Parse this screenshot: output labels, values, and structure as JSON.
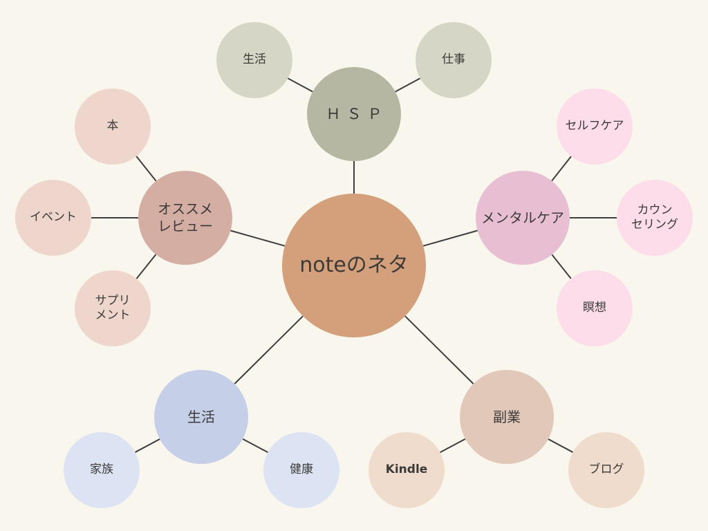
{
  "diagram": {
    "center": {
      "label": "noteのネタ",
      "color": "#d4a07c"
    },
    "branches": [
      {
        "key": "hsp",
        "label": "ＨＳＰ",
        "color": "#b5b7a3",
        "children": [
          {
            "key": "life",
            "label": "生活",
            "color": "#d5d6c5"
          },
          {
            "key": "work",
            "label": "仕事",
            "color": "#d5d6c5"
          }
        ]
      },
      {
        "key": "mental",
        "label": "メンタルケア",
        "color": "#e8bfd2",
        "children": [
          {
            "key": "selfcare",
            "label": "セルフケア",
            "color": "#fcdde9"
          },
          {
            "key": "counseling",
            "label": "カウン\nセリング",
            "color": "#fcdde9"
          },
          {
            "key": "meditation",
            "label": "瞑想",
            "color": "#fcdde9"
          }
        ]
      },
      {
        "key": "side",
        "label": "副業",
        "color": "#e2c8b8",
        "children": [
          {
            "key": "kindle",
            "label": "Kindle",
            "color": "#efdccd"
          },
          {
            "key": "blog",
            "label": "ブログ",
            "color": "#efdccd"
          }
        ]
      },
      {
        "key": "life",
        "label": "生活",
        "color": "#c5cfe7",
        "children": [
          {
            "key": "family",
            "label": "家族",
            "color": "#dce3f3"
          },
          {
            "key": "health",
            "label": "健康",
            "color": "#dce3f3"
          }
        ]
      },
      {
        "key": "review",
        "label": "オススメ\nレビュー",
        "color": "#d4aea3",
        "children": [
          {
            "key": "book",
            "label": "本",
            "color": "#efd6cd"
          },
          {
            "key": "event",
            "label": "イベント",
            "color": "#efd6cd"
          },
          {
            "key": "supplement",
            "label": "サプリ\nメント",
            "color": "#efd6cd"
          }
        ]
      }
    ],
    "line_color": "#3d3d3d"
  }
}
